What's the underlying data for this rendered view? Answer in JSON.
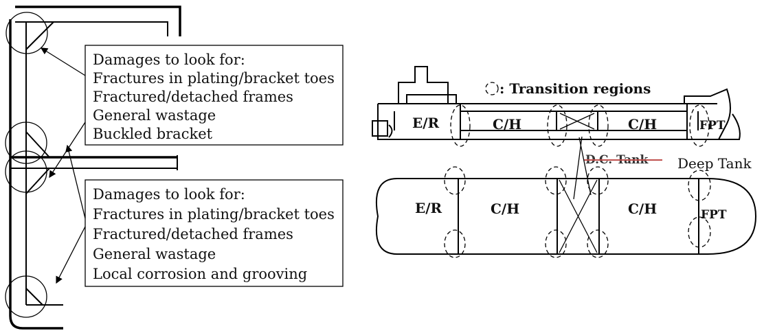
{
  "callout_top": {
    "heading": "Damages to look for:",
    "items": [
      "Fractures in plating/bracket toes",
      "Fractured/detached frames",
      "General wastage",
      "Buckled bracket"
    ]
  },
  "callout_bottom": {
    "heading": "Damages to look for:",
    "items": [
      "Fractures in plating/bracket toes",
      "Fractured/detached frames",
      "General wastage",
      "Local corrosion and grooving"
    ]
  },
  "legend": {
    "text": ": Transition regions"
  },
  "profile": {
    "er": "E/R",
    "ch_aft": "C/H",
    "ch_fwd": "C/H",
    "fpt": "FPT"
  },
  "plan": {
    "er": "E/R",
    "ch_aft": "C/H",
    "ch_fwd": "C/H",
    "fpt": "FPT"
  },
  "tank_label": {
    "struck": "D.C. Tank",
    "replacement": "Deep Tank",
    "strike_color": "#c0504d"
  }
}
